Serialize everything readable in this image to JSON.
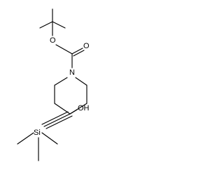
{
  "molecule": {
    "atoms": {
      "carbonyl_oxygen": "O",
      "ester_oxygen": "O",
      "ring_nitrogen": "N",
      "hydroxyl": "OH",
      "silicon": "Si"
    }
  },
  "colors": {
    "bonds": "#000000",
    "labels": "#000000",
    "background": "#ffffff"
  }
}
